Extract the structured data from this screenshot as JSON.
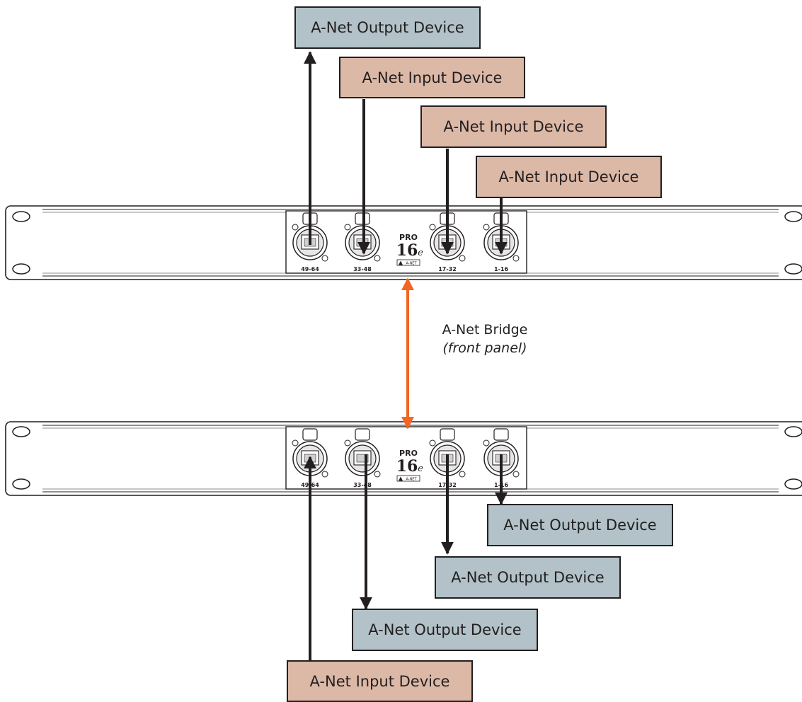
{
  "devices": {
    "top_output": "A-Net Output Device",
    "top_input_a": "A-Net Input Device",
    "top_input_b": "A-Net Input Device",
    "top_input_c": "A-Net Input Device",
    "bottom_output_a": "A-Net Output Device",
    "bottom_output_b": "A-Net Output Device",
    "bottom_output_c": "A-Net Output Device",
    "bottom_input": "A-Net Input Device"
  },
  "bridge": {
    "title": "A-Net Bridge",
    "subtitle": "(front panel)"
  },
  "units": {
    "top": {
      "model_line1": "PRO",
      "model_line2": "16",
      "model_suffix": "e",
      "badge": "A-NET",
      "ports": [
        "49-64",
        "33-48",
        "17-32",
        "1-16"
      ]
    },
    "bottom": {
      "model_line1": "PRO",
      "model_line2": "16",
      "model_suffix": "e",
      "badge": "A-NET",
      "ports": [
        "49-64",
        "33-48",
        "17-32",
        "1-16"
      ]
    }
  },
  "colors": {
    "output_box": "#b2c2c8",
    "input_box": "#dcb8a6",
    "bridge_arrow": "#f26522",
    "stroke": "#231f20"
  }
}
